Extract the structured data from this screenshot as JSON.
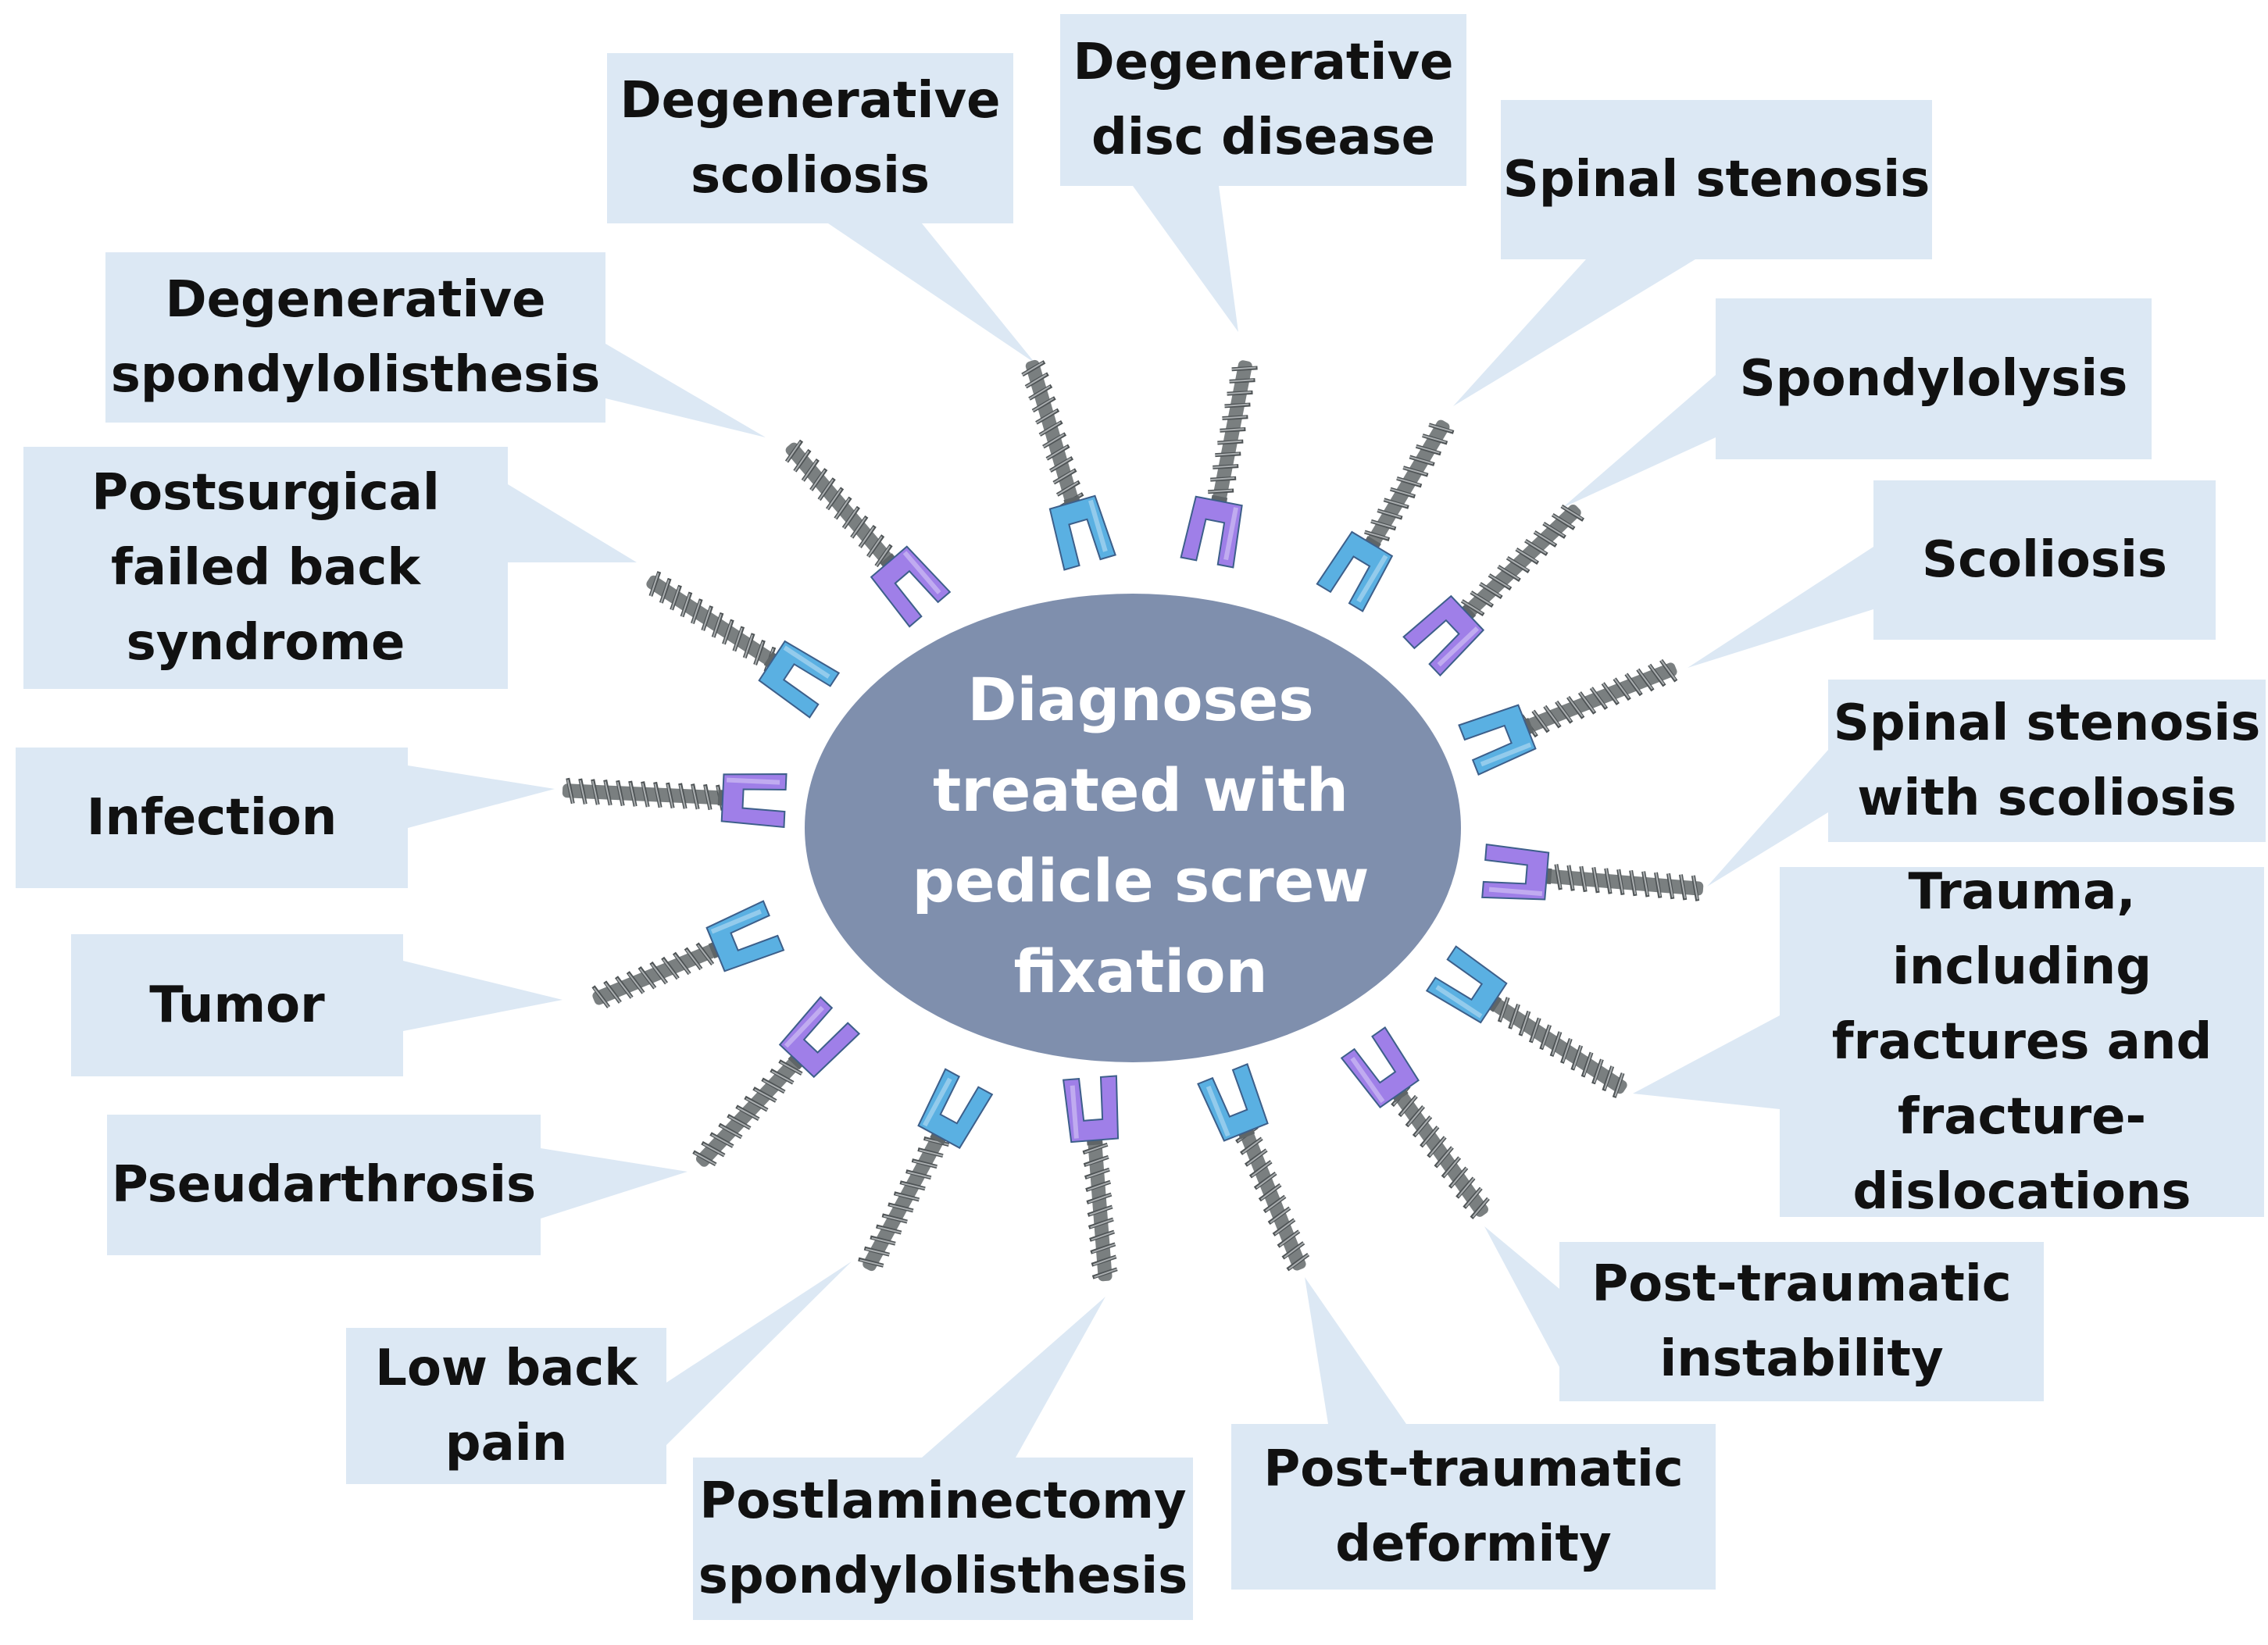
{
  "center": {
    "label": "Diagnoses\ntreated with\npedicle screw\nfixation",
    "fill": "#7f8fad"
  },
  "colors": {
    "callout_fill": "#dce8f4",
    "screw_shaft": "#7a7f80",
    "cap_blue": "#5ab0e2",
    "cap_purple": "#9f7fe8"
  },
  "diagnoses": [
    {
      "id": "degenerative-scoliosis",
      "label": "Degenerative\nscoliosis",
      "cap": "blue"
    },
    {
      "id": "degenerative-disc-disease",
      "label": "Degenerative\ndisc disease",
      "cap": "purple"
    },
    {
      "id": "spinal-stenosis",
      "label": "Spinal stenosis",
      "cap": "blue"
    },
    {
      "id": "spondylolysis",
      "label": "Spondylolysis",
      "cap": "purple"
    },
    {
      "id": "scoliosis",
      "label": "Scoliosis",
      "cap": "blue"
    },
    {
      "id": "spinal-stenosis-with-scoliosis",
      "label": "Spinal stenosis\nwith scoliosis",
      "cap": "purple"
    },
    {
      "id": "trauma",
      "label": "Trauma,\nincluding\nfractures and\nfracture-\ndislocations",
      "cap": "blue"
    },
    {
      "id": "post-traumatic-instability",
      "label": "Post-traumatic\ninstability",
      "cap": "purple"
    },
    {
      "id": "post-traumatic-deformity",
      "label": "Post-traumatic\ndeformity",
      "cap": "blue"
    },
    {
      "id": "postlaminectomy-spondylolisthesis",
      "label": "Postlaminectomy\nspondylolisthesis",
      "cap": "purple"
    },
    {
      "id": "low-back-pain",
      "label": "Low back\npain",
      "cap": "blue"
    },
    {
      "id": "pseudarthrosis",
      "label": "Pseudarthrosis",
      "cap": "purple"
    },
    {
      "id": "tumor",
      "label": "Tumor",
      "cap": "blue"
    },
    {
      "id": "infection",
      "label": "Infection",
      "cap": "purple"
    },
    {
      "id": "postsurgical-failed-back-syndrome",
      "label": "Postsurgical\nfailed back\nsyndrome",
      "cap": "blue"
    },
    {
      "id": "degenerative-spondylolisthesis",
      "label": "Degenerative\nspondylolisthesis",
      "cap": "purple"
    }
  ]
}
